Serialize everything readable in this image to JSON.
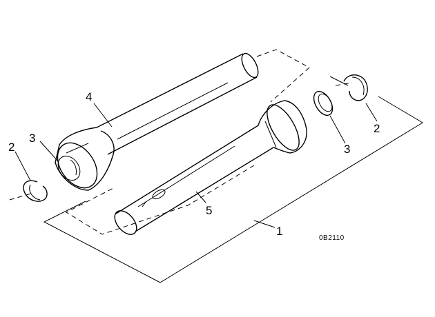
{
  "callouts": {
    "kit": "1",
    "circlip_left": "2",
    "circlip_right": "2",
    "ring_left": "3",
    "ring_right": "3",
    "shaft_upper": "4",
    "shaft_lower": "5"
  },
  "figure_code": "0B2110"
}
